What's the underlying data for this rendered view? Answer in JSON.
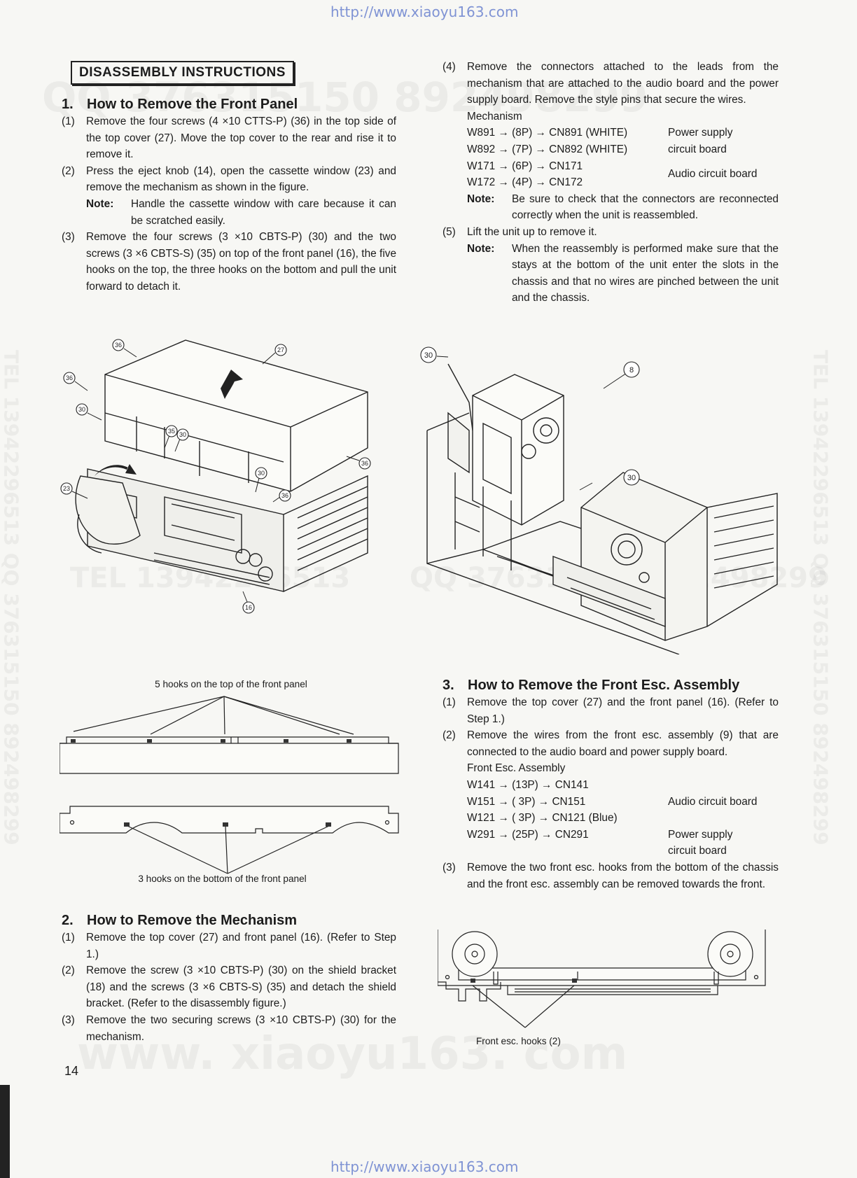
{
  "url_text": "http://www.xiaoyu163.com",
  "watermarks": {
    "qq_top": "QQ  376315150  892498299",
    "tel_mid": "TEL  13942296513",
    "qq_mid": "QQ  376315150  892498299",
    "tel_vertical": "TEL 13942296513  QQ 376315150  892498299",
    "site_bottom": "www. xiaoyu163. com"
  },
  "title": "DISASSEMBLY INSTRUCTIONS",
  "section1": {
    "num": "1.",
    "heading": "How to Remove the Front Panel",
    "step1_num": "(1)",
    "step1": "Remove the four screws (4 ×10 CTTS-P) (36) in the top side of the top cover (27). Move the top cover to the rear and rise it to remove it.",
    "step2_num": "(2)",
    "step2": "Press the eject knob (14), open the cassette window (23) and remove the mechanism as shown in the figure.",
    "note_label": "Note:",
    "note": "Handle the cassette window with care because it can be scratched easily.",
    "step3_num": "(3)",
    "step3": "Remove the four screws (3 ×10 CBTS-P) (30) and the two screws (3 ×6 CBTS-S) (35) on top of the front panel (16), the five hooks on the top, the three hooks on the bottom and pull the unit forward to detach it."
  },
  "section2_right": {
    "step4_num": "(4)",
    "step4": "Remove the connectors attached to the leads from the mechanism that are attached to the audio board and the power supply board. Remove the style pins that secure the wires.",
    "group_label": "Mechanism",
    "rows": [
      {
        "wire": "W891 → (8P) → CN891 (WHITE)",
        "dest": "Power supply"
      },
      {
        "wire": "W892 → (7P) → CN892 (WHITE)",
        "dest": "circuit board"
      },
      {
        "wire": "W171 → (6P) → CN171",
        "dest": ""
      },
      {
        "wire": "W172 → (4P) → CN172",
        "dest": ""
      }
    ],
    "audio_dest": "Audio circuit board",
    "note1_label": "Note:",
    "note1": "Be sure to check that the connectors are reconnected correctly when the unit is reassembled.",
    "step5_num": "(5)",
    "step5": "Lift the unit up to remove it.",
    "note2_label": "Note:",
    "note2": "When the reassembly is performed make sure that the stays at the bottom of the unit enter the slots in the chassis and that no wires are pinched between the unit and the chassis."
  },
  "fig1_labels": {
    "c36": "36",
    "c27": "27",
    "c30": "30",
    "c35": "35",
    "c23": "23",
    "c16": "16"
  },
  "fig2_labels": {
    "c30": "30",
    "c8": "8"
  },
  "hooks": {
    "top_caption": "5 hooks on the top of the front panel",
    "bottom_caption": "3 hooks on the bottom of the front panel"
  },
  "section2": {
    "num": "2.",
    "heading": "How to Remove the Mechanism",
    "step1_num": "(1)",
    "step1": "Remove the top cover (27) and front panel (16). (Refer to Step 1.)",
    "step2_num": "(2)",
    "step2": "Remove the screw (3 ×10 CBTS-P) (30) on the shield bracket (18) and the screws (3 ×6 CBTS-S) (35) and detach the shield bracket. (Refer to the disassembly figure.)",
    "step3_num": "(3)",
    "step3": "Remove the two securing screws (3 ×10 CBTS-P) (30) for the mechanism."
  },
  "section3": {
    "num": "3.",
    "heading": "How to Remove the Front Esc. Assembly",
    "step1_num": "(1)",
    "step1": "Remove the top cover (27) and the front panel (16). (Refer to Step 1.)",
    "step2_num": "(2)",
    "step2": "Remove the wires from the front esc. assembly (9) that are connected to the audio board and power supply board.",
    "group_label": "Front Esc. Assembly",
    "rows": [
      {
        "wire": "W141 → (13P) → CN141",
        "dest": ""
      },
      {
        "wire": "W151 → (  3P) → CN151",
        "dest": "Audio circuit board"
      },
      {
        "wire": "W121 → (  3P) → CN121 (Blue)",
        "dest": ""
      },
      {
        "wire": "W291 → (25P) → CN291",
        "dest": "Power supply"
      },
      {
        "wire": "",
        "dest": "circuit board"
      }
    ],
    "step3_num": "(3)",
    "step3": "Remove the two front esc. hooks from the bottom of the chassis and the front esc. assembly can be removed towards the front.",
    "caption": "Front esc. hooks (2)"
  },
  "page_number": "14"
}
